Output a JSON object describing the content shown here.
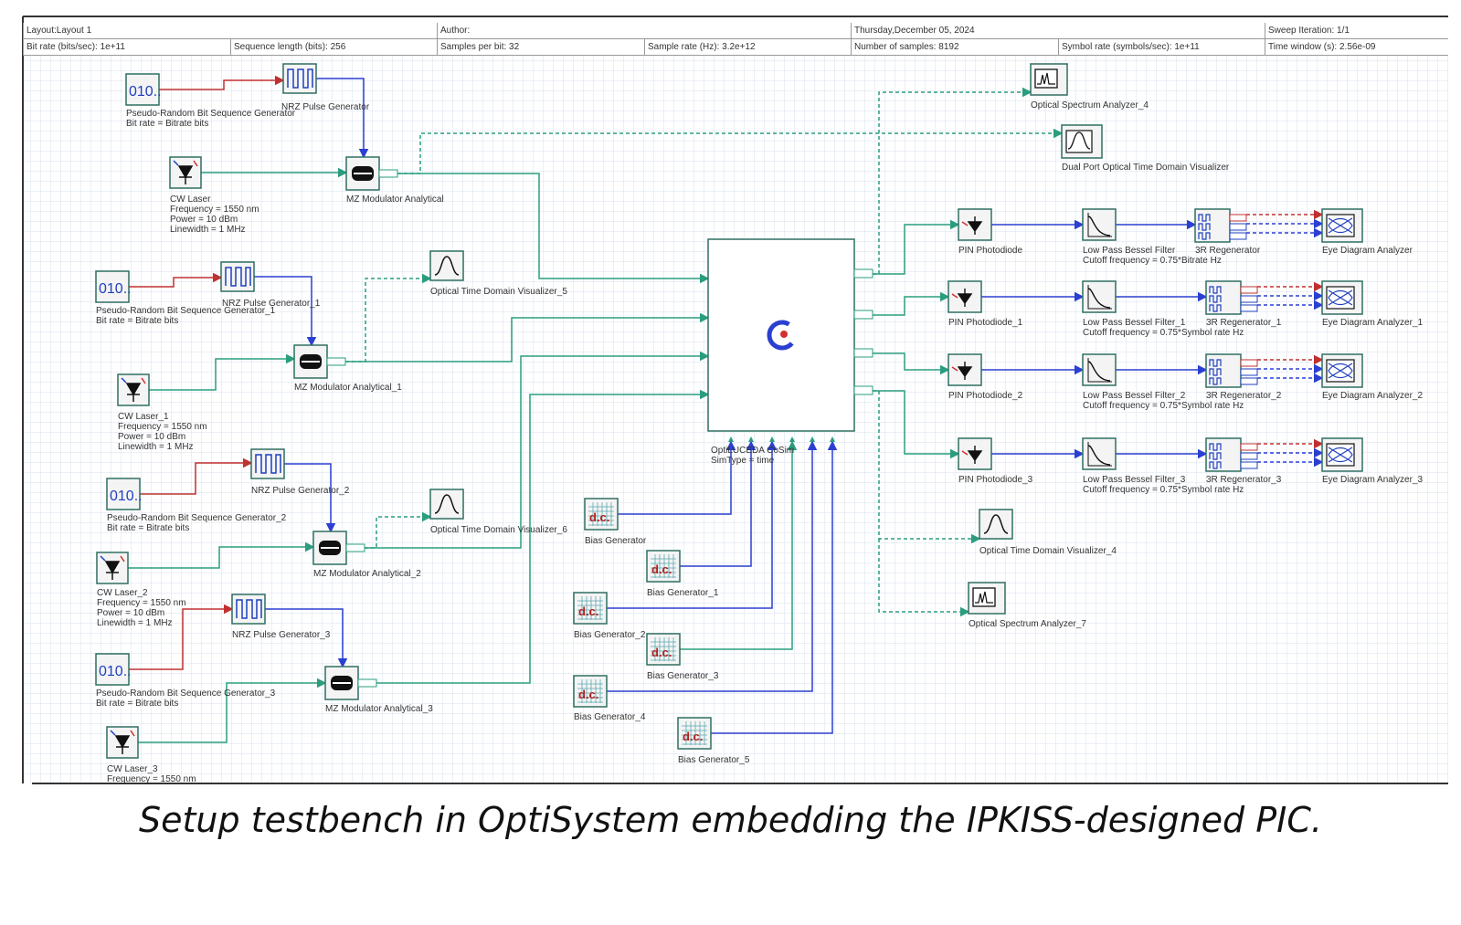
{
  "header": {
    "row1": [
      {
        "name": "layout",
        "text": "Layout:Layout 1"
      },
      {
        "name": "author",
        "text": "Author:"
      },
      {
        "name": "date",
        "text": "Thursday,December 05, 2024"
      },
      {
        "name": "sweep",
        "text": "Sweep Iteration: 1/1"
      }
    ],
    "row2": [
      {
        "name": "bit-rate",
        "text": "Bit rate (bits/sec): 1e+11"
      },
      {
        "name": "sequence-length",
        "text": "Sequence length (bits): 256"
      },
      {
        "name": "samples-per-bit",
        "text": "Samples per bit: 32"
      },
      {
        "name": "sample-rate",
        "text": "Sample rate (Hz): 3.2e+12"
      },
      {
        "name": "number-of-samples",
        "text": "Number of samples: 8192"
      },
      {
        "name": "symbol-rate",
        "text": "Symbol rate (symbols/sec): 1e+11"
      },
      {
        "name": "time-window",
        "text": "Time window (s): 2.56e-09"
      }
    ]
  },
  "components": {
    "prbs0": {
      "icon": "010..",
      "label": "Pseudo-Random Bit Sequence Generator",
      "param": "Bit rate = Bitrate bits"
    },
    "prbs1": {
      "icon": "010..",
      "label": "Pseudo-Random Bit Sequence Generator_1",
      "param": "Bit rate = Bitrate bits"
    },
    "prbs2": {
      "icon": "010..",
      "label": "Pseudo-Random Bit Sequence Generator_2",
      "param": "Bit rate = Bitrate bits"
    },
    "prbs3": {
      "icon": "010..",
      "label": "Pseudo-Random Bit Sequence Generator_3",
      "param": "Bit rate = Bitrate bits"
    },
    "nrz0": {
      "label": "NRZ Pulse Generator"
    },
    "nrz1": {
      "label": "NRZ Pulse Generator_1"
    },
    "nrz2": {
      "label": "NRZ Pulse Generator_2"
    },
    "nrz3": {
      "label": "NRZ Pulse Generator_3"
    },
    "cw0": {
      "label": "CW Laser",
      "lines": [
        "Frequency = 1550 nm",
        "Power = 10 dBm",
        "Linewidth = 1 MHz"
      ]
    },
    "cw1": {
      "label": "CW Laser_1",
      "lines": [
        "Frequency = 1550 nm",
        "Power = 10 dBm",
        "Linewidth = 1 MHz"
      ]
    },
    "cw2": {
      "label": "CW Laser_2",
      "lines": [
        "Frequency = 1550 nm",
        "Power = 10 dBm",
        "Linewidth = 1 MHz"
      ]
    },
    "cw3": {
      "label": "CW Laser_3",
      "lines": [
        "Frequency = 1550 nm"
      ]
    },
    "mz0": {
      "label": "MZ Modulator Analytical"
    },
    "mz1": {
      "label": "MZ Modulator Analytical_1"
    },
    "mz2": {
      "label": "MZ Modulator Analytical_2"
    },
    "mz3": {
      "label": "MZ Modulator Analytical_3"
    },
    "otdv5": {
      "label": "Optical Time Domain Visualizer_5"
    },
    "otdv6": {
      "label": "Optical Time Domain Visualizer_6"
    },
    "otdv4": {
      "label": "Optical Time Domain Visualizer_4"
    },
    "osa4": {
      "label": "Optical Spectrum Analyzer_4"
    },
    "osa7": {
      "label": "Optical Spectrum Analyzer_7"
    },
    "dpotdv": {
      "label": "Dual Port Optical Time Domain Visualizer"
    },
    "cosim": {
      "label": "OptiLUCEDA CoSim",
      "param": "SimType = time",
      "logo": "C"
    },
    "bias0": {
      "icon": "d.c.",
      "label": "Bias Generator"
    },
    "bias1": {
      "icon": "d.c.",
      "label": "Bias Generator_1"
    },
    "bias2": {
      "icon": "d.c.",
      "label": "Bias Generator_2"
    },
    "bias3": {
      "icon": "d.c.",
      "label": "Bias Generator_3"
    },
    "bias4": {
      "icon": "d.c.",
      "label": "Bias Generator_4"
    },
    "bias5": {
      "icon": "d.c.",
      "label": "Bias Generator_5"
    },
    "pin0": {
      "label": "PIN Photodiode"
    },
    "pin1": {
      "label": "PIN Photodiode_1"
    },
    "pin2": {
      "label": "PIN Photodiode_2"
    },
    "pin3": {
      "label": "PIN Photodiode_3"
    },
    "lpf0": {
      "label": "Low Pass Bessel Filter",
      "param": "Cutoff frequency = 0.75*Bitrate Hz"
    },
    "lpf1": {
      "label": "Low Pass Bessel Filter_1",
      "param": "Cutoff frequency = 0.75*Symbol rate Hz"
    },
    "lpf2": {
      "label": "Low Pass Bessel Filter_2",
      "param": "Cutoff frequency = 0.75*Symbol rate Hz"
    },
    "lpf3": {
      "label": "Low Pass Bessel Filter_3",
      "param": "Cutoff frequency = 0.75*Symbol rate Hz"
    },
    "reg0": {
      "label": "3R Regenerator"
    },
    "reg1": {
      "label": "3R Regenerator_1"
    },
    "reg2": {
      "label": "3R Regenerator_2"
    },
    "reg3": {
      "label": "3R Regenerator_3"
    },
    "eye0": {
      "label": "Eye Diagram Analyzer"
    },
    "eye1": {
      "label": "Eye Diagram Analyzer_1"
    },
    "eye2": {
      "label": "Eye Diagram Analyzer_2"
    },
    "eye3": {
      "label": "Eye Diagram Analyzer_3"
    }
  },
  "caption": "Setup testbench in OptiSystem embedding the IPKISS-designed PIC.",
  "colors": {
    "grid": "#d7e0ef",
    "optical": "#2a9d7e",
    "electrical": "#2b3fd0",
    "binary": "#c03030",
    "visualizer": "#2a9d7e"
  }
}
